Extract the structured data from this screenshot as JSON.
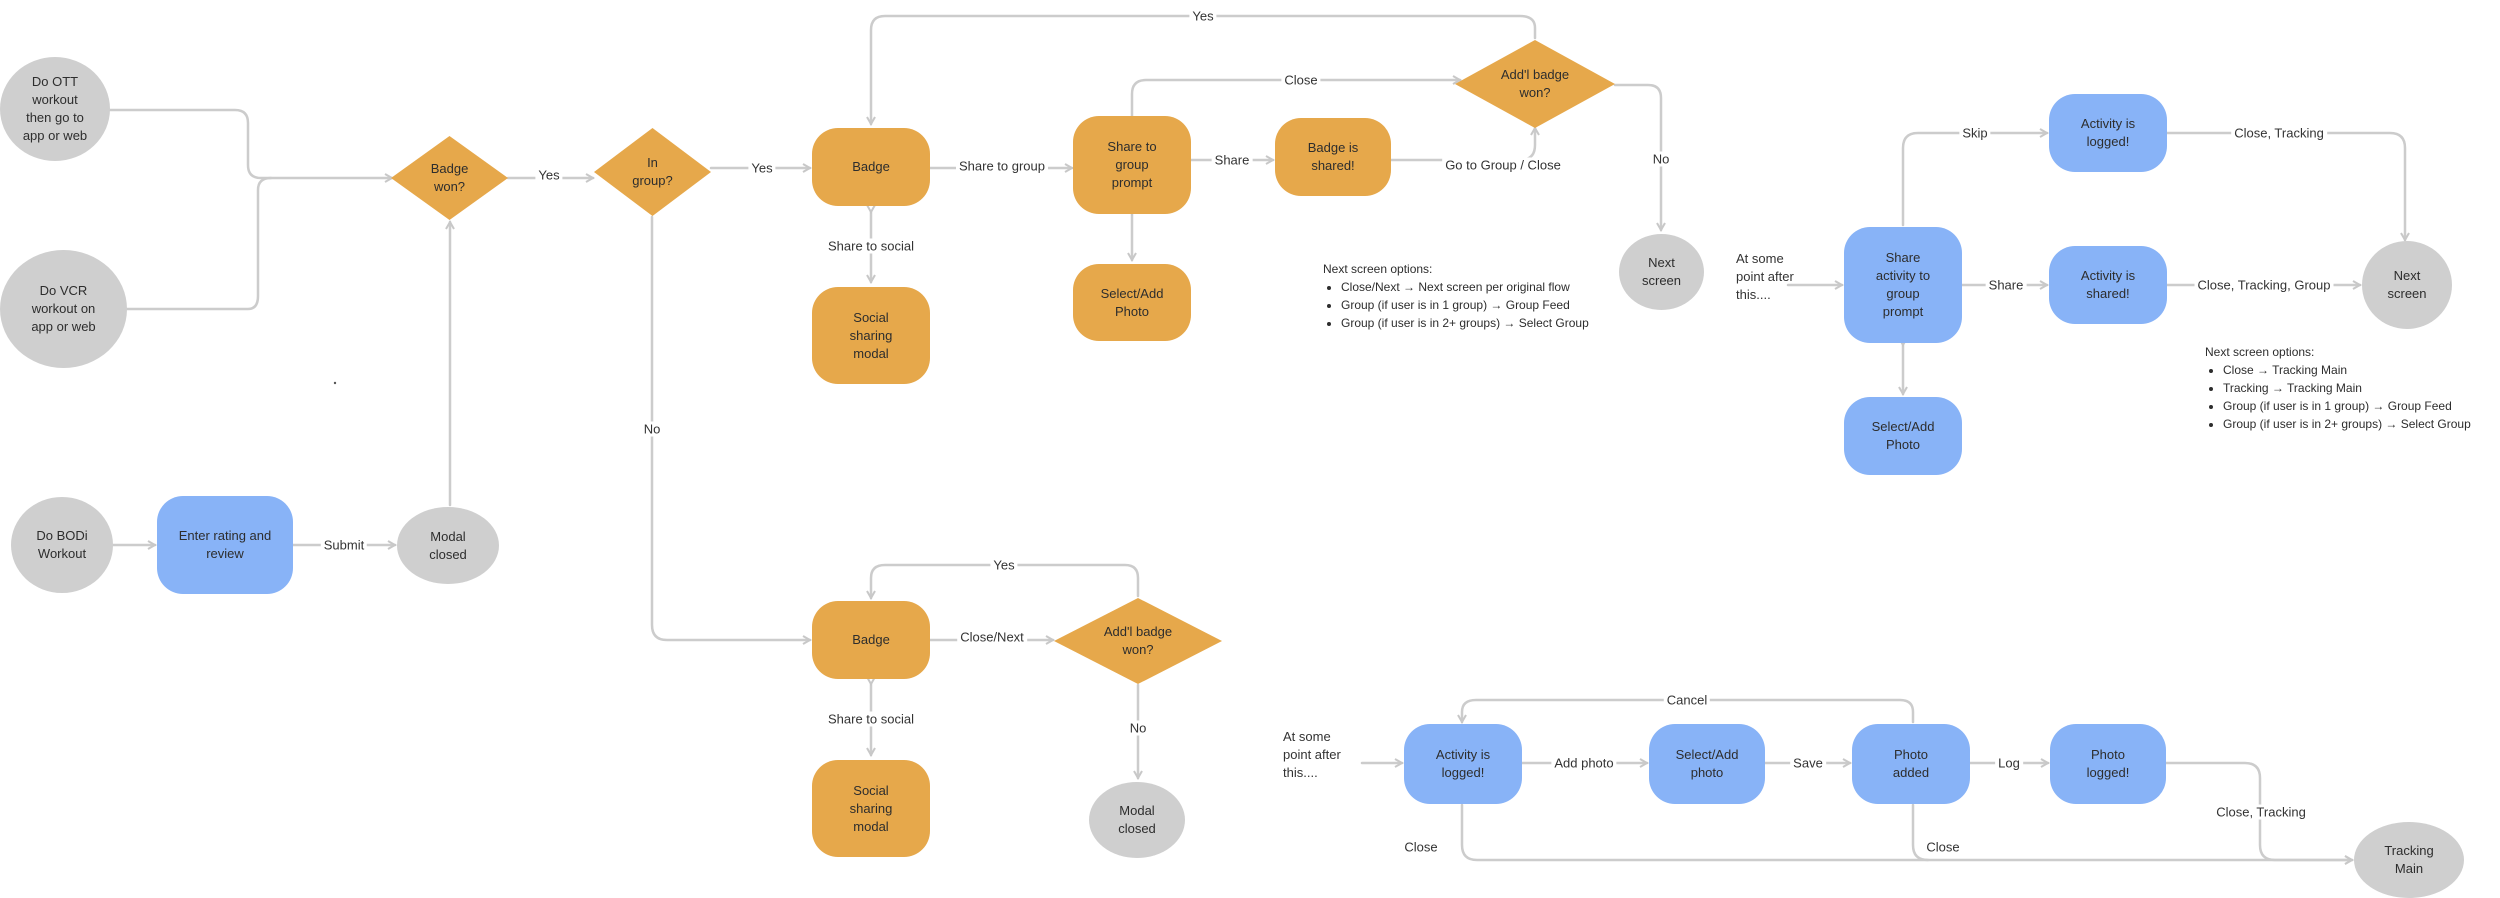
{
  "nodes": {
    "ott": "Do OTT\nworkout\nthen go to\napp or web",
    "vcr": "Do VCR\nworkout on\napp or web",
    "bodi": "Do BODi\nWorkout",
    "rating": "Enter rating and\nreview",
    "modal_closed_1": "Modal\nclosed",
    "badge_won": "Badge\nwon?",
    "in_group": "In\ngroup?",
    "badge_1": "Badge",
    "social_modal_1": "Social\nsharing\nmodal",
    "share_prompt": "Share to\ngroup\nprompt",
    "select_photo_1": "Select/Add\nPhoto",
    "badge_shared": "Badge is\nshared!",
    "addl_badge_1": "Add'l badge\nwon?",
    "next_screen_1": "Next\nscreen",
    "badge_2": "Badge",
    "social_modal_2": "Social\nsharing\nmodal",
    "addl_badge_2": "Add'l badge\nwon?",
    "modal_closed_2": "Modal\nclosed",
    "share_activity": "Share\nactivity to\ngroup\nprompt",
    "activity_logged_1": "Activity is\nlogged!",
    "activity_shared": "Activity is\nshared!",
    "select_photo_2": "Select/Add\nPhoto",
    "next_screen_2": "Next\nscreen",
    "activity_logged_2": "Activity is\nlogged!",
    "select_photo_3": "Select/Add\nphoto",
    "photo_added": "Photo\nadded",
    "photo_logged": "Photo\nlogged!",
    "tracking_main": "Tracking\nMain"
  },
  "edge_labels": {
    "yes_badge_won": "Yes",
    "yes_in_group": "Yes",
    "yes_top": "Yes",
    "no_in_group": "No",
    "submit": "Submit",
    "share_to_group": "Share to group",
    "share_to_social_1": "Share to social",
    "share": "Share",
    "go_to_group": "Go to Group / Close",
    "close_top": "Close",
    "no_addl_1": "No",
    "close_next": "Close/Next",
    "yes_lower": "Yes",
    "share_to_social_2": "Share to social",
    "no_addl_2": "No",
    "skip": "Skip",
    "close_tracking": "Close, Tracking",
    "share_right": "Share",
    "close_tracking_group": "Close, Tracking, Group",
    "add_photo": "Add photo",
    "save": "Save",
    "log": "Log",
    "cancel": "Cancel",
    "close_b1": "Close",
    "close_b2": "Close",
    "close_tracking_b": "Close, Tracking"
  },
  "notes": {
    "note1_title": "Next screen options:",
    "note1_items": [
      "Close/Next → Next screen per original flow",
      "Group (if user is in 1 group) → Group Feed",
      "Group (if user is in 2+ groups) → Select Group"
    ],
    "note2_title": "Next screen options:",
    "note2_items": [
      "Close → Tracking Main",
      "Tracking → Tracking Main",
      "Group (if user is in 1 group) → Group Feed",
      "Group (if user is in 2+ groups) → Select Group"
    ],
    "at_some_point_1": "At some\npoint after\nthis....",
    "at_some_point_2": "At some\npoint after\nthis...."
  },
  "colors": {
    "decision_orange": "#e6a84b",
    "action_blue": "#88b3f7",
    "terminal_gray": "#cfcfcf",
    "connector": "#cccccc"
  }
}
